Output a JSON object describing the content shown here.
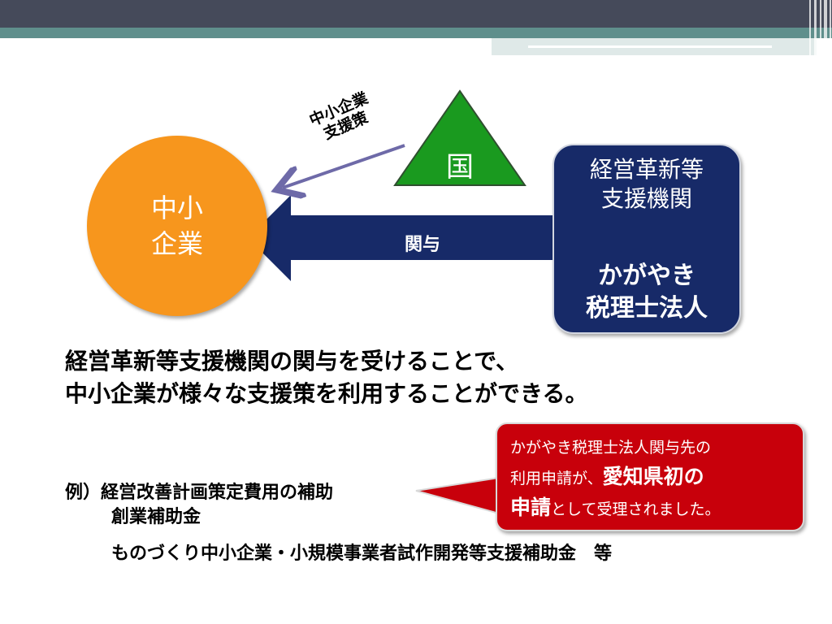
{
  "diagram": {
    "sme_circle": {
      "line1": "中小",
      "line2": "企業"
    },
    "country_label": "国",
    "support_policy_label_line1": "中小企業",
    "support_policy_label_line2": "支援策",
    "support_org": {
      "line1": "経営革新等",
      "line2": "支援機関",
      "line3": "かがやき",
      "line4": "税理士法人"
    },
    "involvement_label": "関与"
  },
  "main_text": {
    "line1": "経営革新等支援機関の関与を受けることで、",
    "line2": "中小企業が様々な支援策を利用することができる。"
  },
  "examples": {
    "line1": "例）経営改善計画策定費用の補助",
    "line2": "創業補助金",
    "line3": "ものづくり中小企業・小規模事業者試作開発等支援補助金　等"
  },
  "callout": {
    "part1": "かがやき税理士法人関与先の",
    "part2": "利用申請が、",
    "part3": "愛知県初の",
    "part4": "申請",
    "part5": "として受理されました。"
  },
  "colors": {
    "header_dark": "#454a5a",
    "header_teal": "#5f8f8c",
    "sme_orange": "#f7961d",
    "country_green": "#1a9a1f",
    "navy": "#172a68",
    "callout_red": "#c8000b",
    "thin_arrow": "#6e6aa8"
  }
}
